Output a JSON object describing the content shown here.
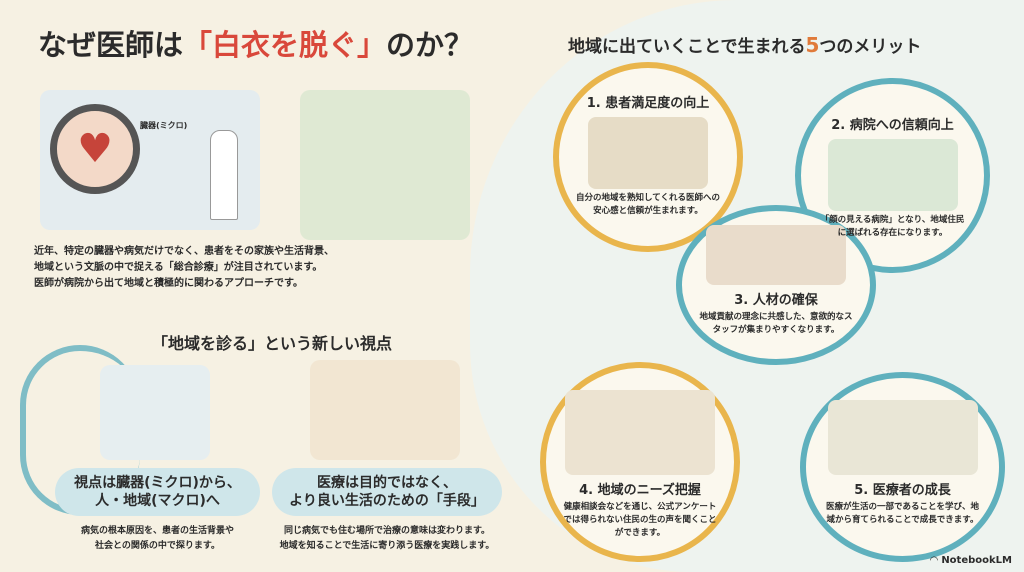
{
  "header": {
    "title_prefix": "なぜ医師は",
    "title_highlight": "「白衣を脱ぐ」",
    "title_suffix": "のか？"
  },
  "intro": {
    "hospital_sign": "臓器(ミクロ)",
    "lines": [
      "近年、特定の臓器や病気だけでなく、患者をその家族や生活背景、",
      "地域という文脈の中で捉える「総合診療」が注目されています。",
      "医師が病院から出て地域と積極的に関わるアプローチです。"
    ]
  },
  "section": {
    "title": "「地域を診る」という新しい視点",
    "points": [
      {
        "heading": [
          "視点は臓器(ミクロ)から、",
          "人・地域(マクロ)へ"
        ],
        "text": [
          "病気の根本原因を、患者の生活背景や",
          "社会との関係の中で探ります。"
        ]
      },
      {
        "heading": [
          "医療は目的ではなく、",
          "より良い生活のための「手段」"
        ],
        "text": [
          "同じ病気でも住む場所で治療の意味は変わります。",
          "地域を知ることで生活に寄り添う医療を実践します。"
        ]
      }
    ]
  },
  "merits": {
    "title_prefix": "地域に出ていくことで生まれる",
    "title_num": "5",
    "title_suffix": "つのメリット",
    "items": [
      {
        "title": "1. 患者満足度の向上",
        "text": "自分の地域を熟知してくれる医師への安心感と信頼が生まれます。"
      },
      {
        "title": "2. 病院への信頼向上",
        "text": "「顔の見える病院」となり、地域住民に選ばれる存在になります。"
      },
      {
        "title": "3. 人材の確保",
        "text": "地域貢献の理念に共感した、意欲的なスタッフが集まりやすくなります。"
      },
      {
        "title": "4. 地域のニーズ把握",
        "text": "健康相談会などを通じ、公式アンケートでは得られない住民の生の声を聞くことができます。"
      },
      {
        "title": "5. 医療者の成長",
        "text": "医療が生活の一部であることを学び、地域から育てられることで成長できます。"
      }
    ]
  },
  "footer": {
    "brand": "NotebookLM"
  }
}
